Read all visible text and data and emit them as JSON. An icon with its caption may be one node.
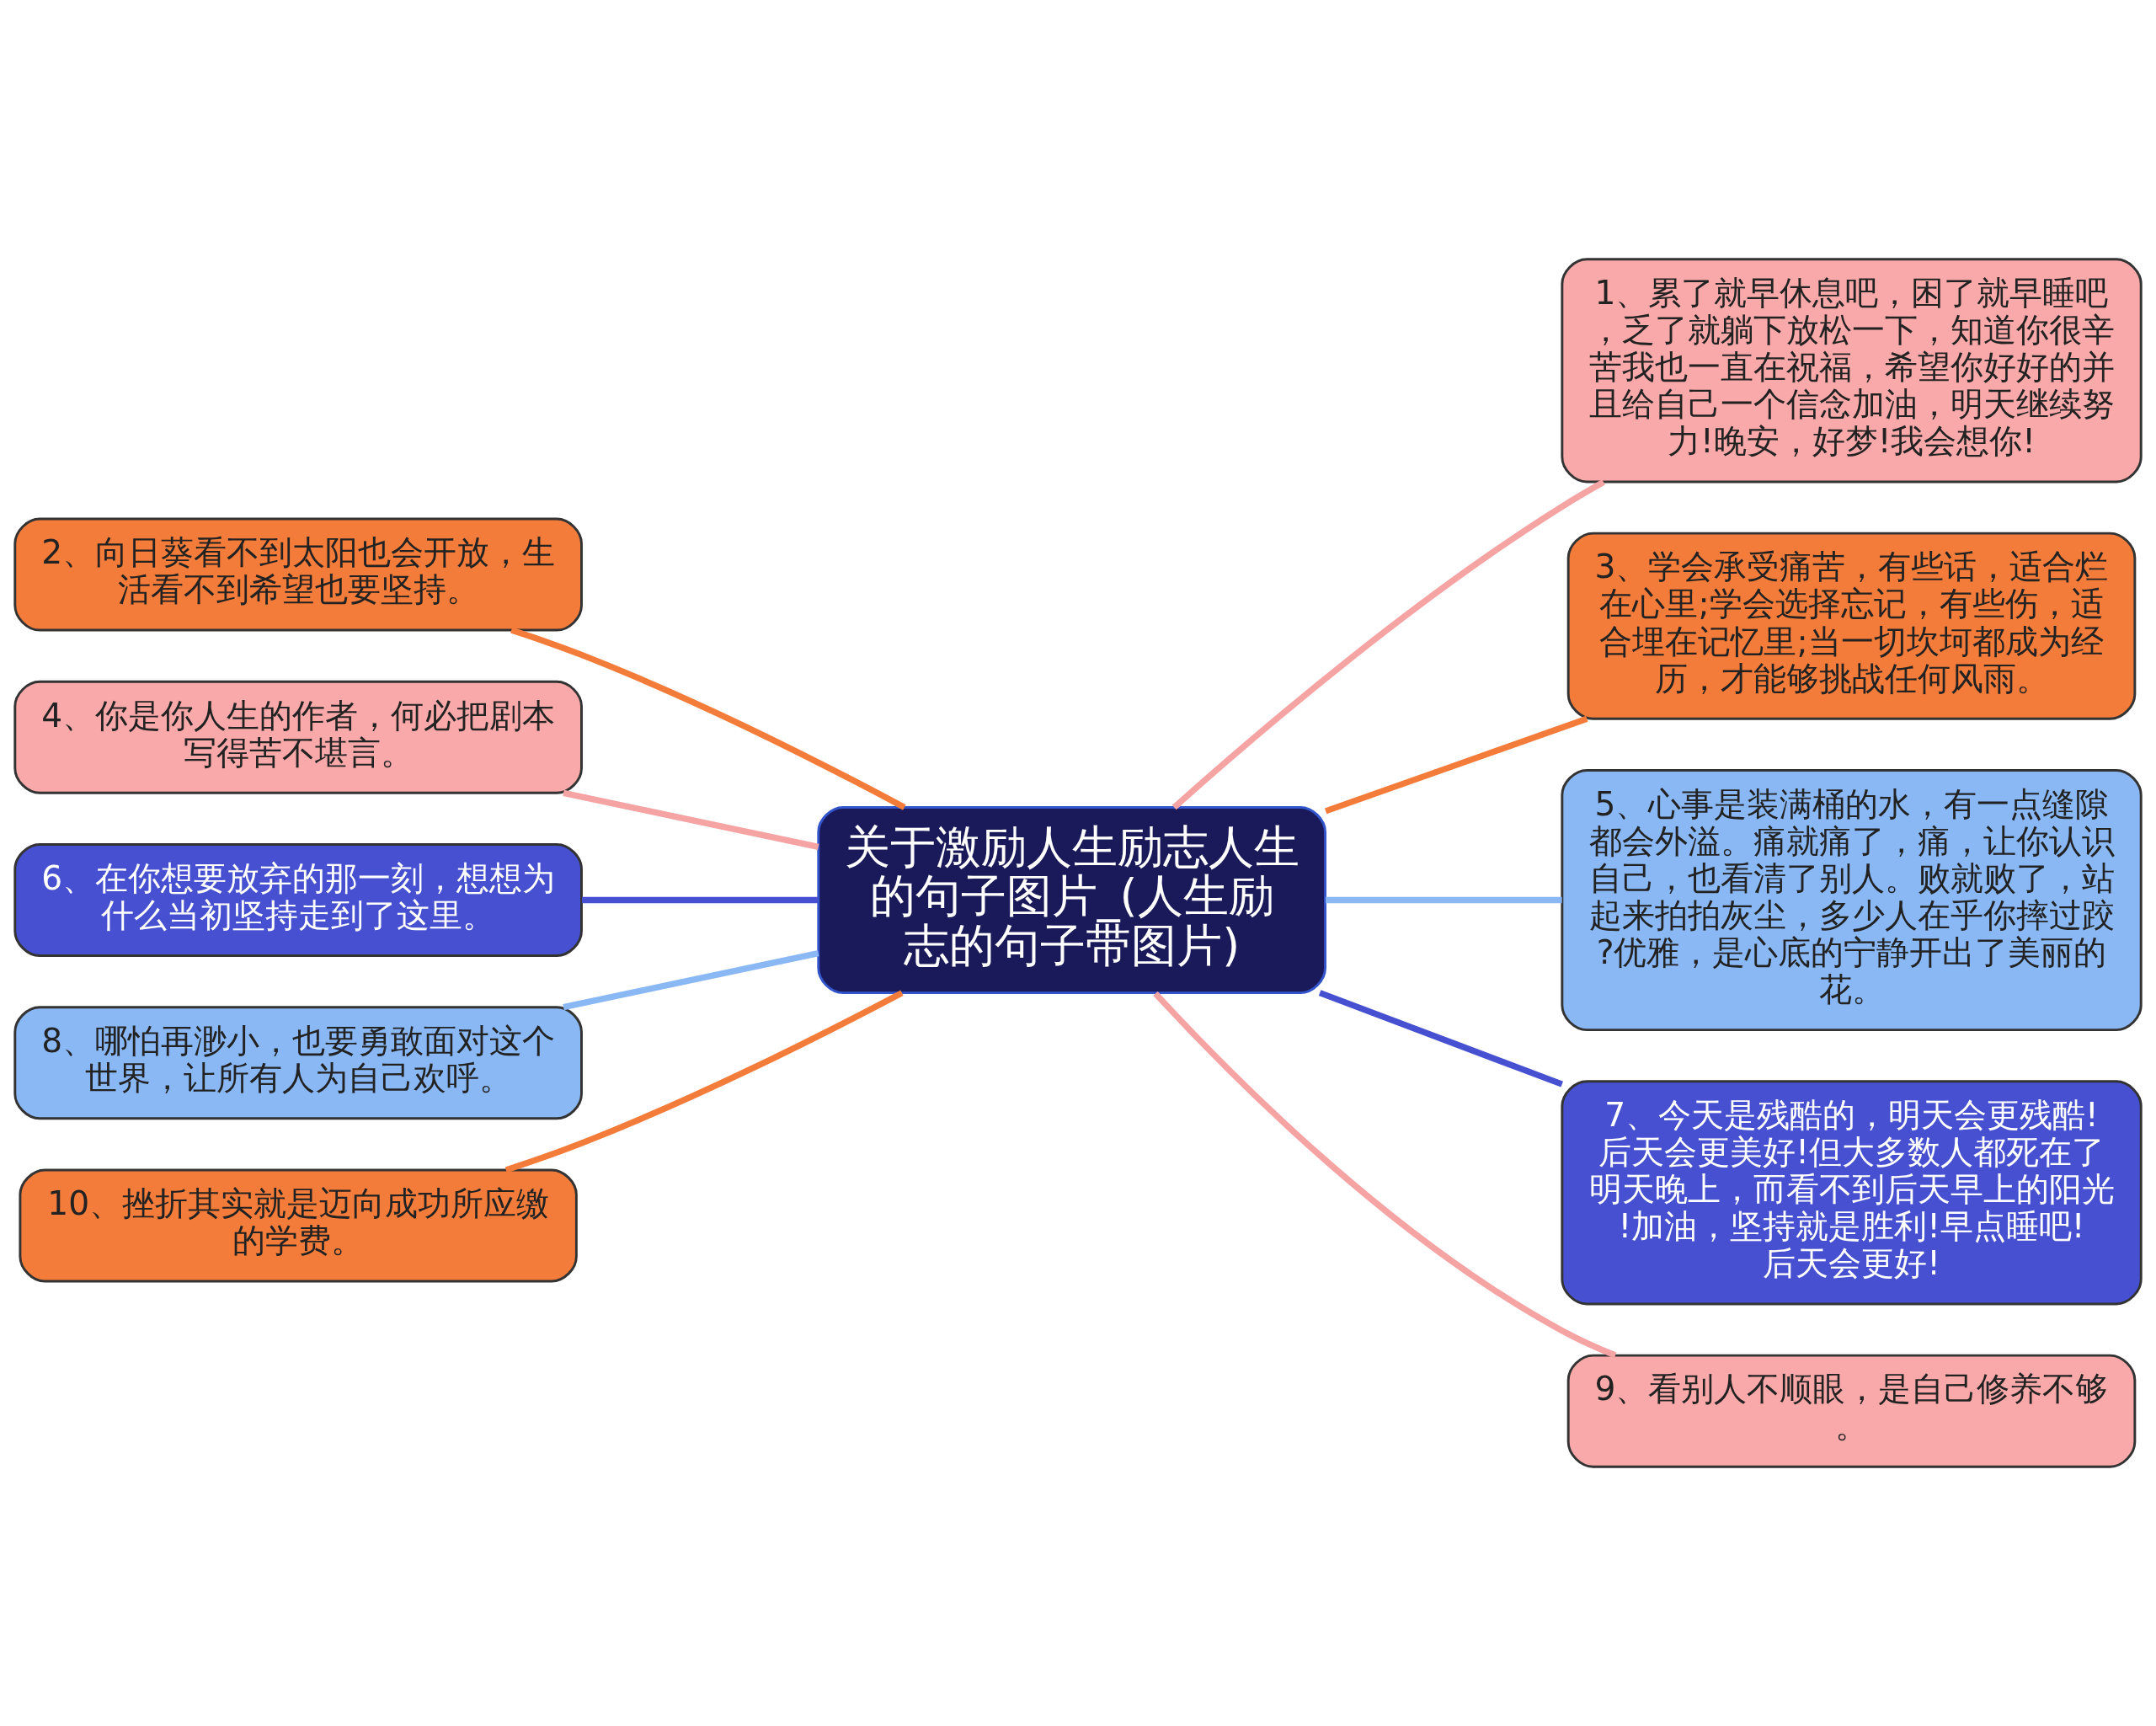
{
  "diagram": {
    "nodes": [
      {
        "text": [
          "关于激励人生励志人生的句子图片_(人生励志的句子带图片)"
        ]
      },
      {
        "text": [
          "1、累了就早休息吧，困了就早睡吧，乏了就躺下放松一下，知道你很辛苦我也一直在祝福，希望你好好的并且给自己一个信念加油，明天继续努力!晚安，好梦!我会想你!"
        ]
      },
      {
        "text": [
          "2、向日葵看不到太阳也会开放，生活看不到希望也要坚持。"
        ]
      },
      {
        "text": [
          "3、学会承受痛苦，有些话，适合烂在心里;学会选择忘记，有些伤，适合埋在记忆里;当一切坎坷都成为经历，才能够挑战任何风雨。"
        ]
      },
      {
        "text": [
          "4、你是你人生的作者，何必把剧本写得苦不堪言。"
        ]
      },
      {
        "text": [
          "5、心事是装满桶的水，有一点缝隙都会外溢。痛就痛了，痛，让你认识自己，也看清了别人。败就败了，站起来拍拍灰尘，多少人在乎你摔过跤?优雅，是心底的宁静开出了美丽的花。"
        ]
      },
      {
        "text": [
          "6、在你想要放弃的那一刻，想想为什么当初坚持走到了这里。"
        ]
      },
      {
        "text": [
          "7、今天是残酷的，明天会更残酷!后天会更美好!但大多数人都死在了明天晚上，而看不到后天早上的阳光!加油，坚持就是胜利!早点睡吧!后天会更好!"
        ]
      },
      {
        "text": [
          "8、哪怕再渺小，也要勇敢面对这个世界，让所有人为自己欢呼。"
        ]
      },
      {
        "text": [
          "9、看别人不顺眼，是自己修养不够。"
        ]
      },
      {
        "text": [
          "10、挫折其实就是迈向成功所应缴的学费。"
        ]
      }
    ],
    "edges": [
      {
        "from": 0,
        "to": 1,
        "arrow": "none"
      },
      {
        "from": 0,
        "to": 2,
        "arrow": "none",
        "color": "#f47c3a"
      },
      {
        "from": 0,
        "to": 3,
        "arrow": "none",
        "color": "#f47c3a"
      },
      {
        "from": 0,
        "to": 4,
        "arrow": "none"
      },
      {
        "from": 0,
        "to": 5,
        "arrow": "none",
        "color": "#8ab8f5"
      },
      {
        "from": 0,
        "to": 6,
        "arrow": "none",
        "color": "#4650d0"
      },
      {
        "from": 0,
        "to": 7,
        "arrow": "none",
        "color": "#4650d0"
      },
      {
        "from": 0,
        "to": 8,
        "arrow": "none",
        "color": "#8ab8f5"
      },
      {
        "from": 0,
        "to": 9,
        "arrow": "none"
      },
      {
        "from": 0,
        "to": 10,
        "arrow": "none",
        "color": "#f47c3a"
      }
    ]
  }
}
